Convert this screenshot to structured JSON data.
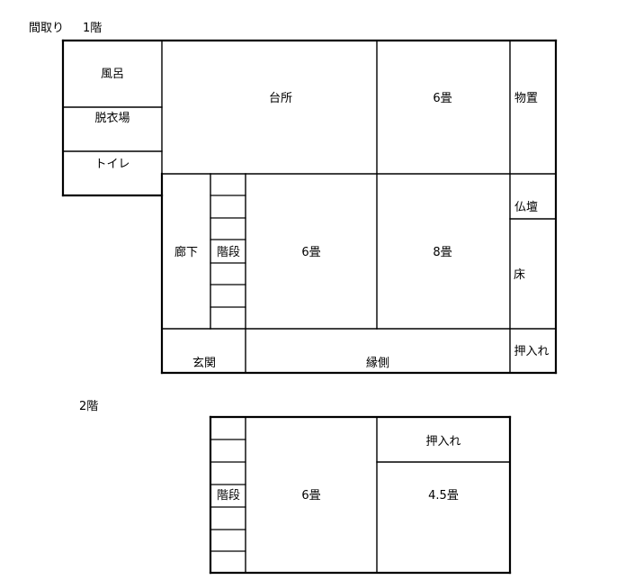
{
  "header": {
    "title": "間取り",
    "floor1_label": "1階",
    "floor2_label": "2階"
  },
  "floor1": {
    "rooms": {
      "bath": "風呂",
      "dressing": "脱衣場",
      "toilet": "トイレ",
      "kitchen": "台所",
      "tatami6_top": "6畳",
      "storage": "物置",
      "corridor": "廊下",
      "stairs": "階段",
      "tatami6_mid": "6畳",
      "tatami8": "8畳",
      "butsudan": "仏壇",
      "toko": "床",
      "entrance": "玄関",
      "veranda": "縁側",
      "closet": "押入れ"
    }
  },
  "floor2": {
    "rooms": {
      "stairs": "階段",
      "tatami6": "6畳",
      "closet": "押入れ",
      "tatami45": "4.5畳"
    }
  }
}
